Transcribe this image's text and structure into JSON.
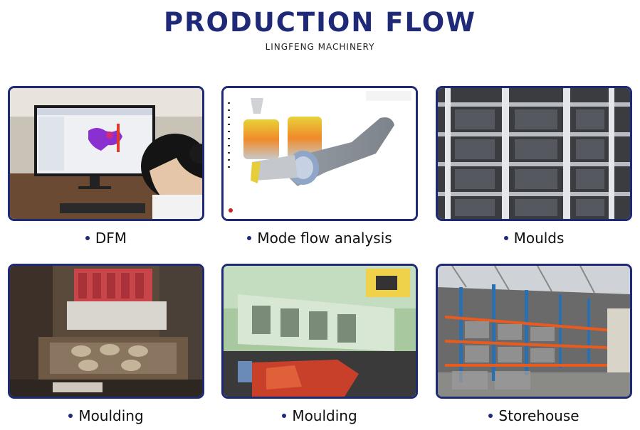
{
  "header": {
    "title": "PRODUCTION FLOW",
    "subtitle": "LINGFENG MACHINERY"
  },
  "colors": {
    "accent": "#1e2a78",
    "rack_orange": "#e85a1e",
    "rack_blue": "#2a6fb0"
  },
  "steps": [
    {
      "label": "DFM"
    },
    {
      "label": "Mode flow analysis"
    },
    {
      "label": "Moulds"
    },
    {
      "label": "Moulding"
    },
    {
      "label": "Moulding"
    },
    {
      "label": "Storehouse"
    }
  ]
}
